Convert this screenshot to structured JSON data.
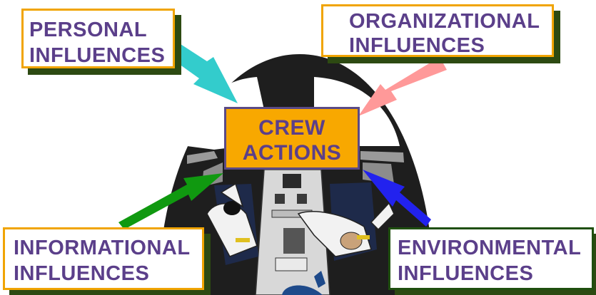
{
  "center": {
    "line1": "CREW",
    "line2": "ACTIONS"
  },
  "influences": {
    "personal": {
      "line1": "PERSONAL",
      "line2": "INFLUENCES"
    },
    "organizational": {
      "line1": "ORGANIZATIONAL",
      "line2": "INFLUENCES"
    },
    "informational": {
      "line1": "INFORMATIONAL",
      "line2": "INFLUENCES"
    },
    "environmental": {
      "line1": "ENVIRONMENTAL",
      "line2": "INFLUENCES"
    }
  },
  "colors": {
    "text": "#5b3f8a",
    "center_fill": "#f8a800",
    "box_border_gold": "#f0a400",
    "box_border_green": "#1f4f0f",
    "arrow_personal": "#33cccc",
    "arrow_organizational": "#ff9999",
    "arrow_informational": "#109910",
    "arrow_environmental": "#2222ee"
  },
  "icons": [
    "cockpit-illustration",
    "pilot-figure",
    "copilot-figure",
    "crew-member-figure"
  ]
}
